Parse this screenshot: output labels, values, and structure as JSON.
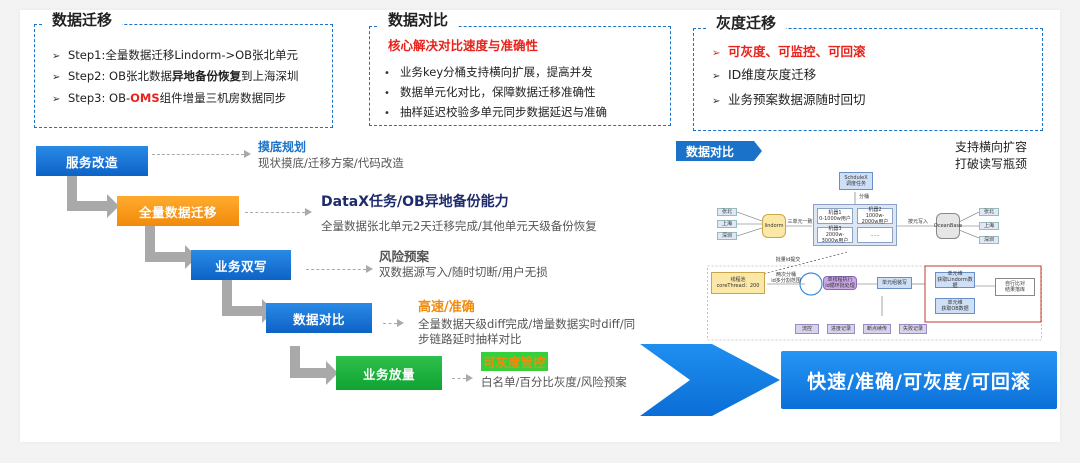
{
  "migration": {
    "title": "数据迁移",
    "steps": [
      {
        "marker": "➢",
        "pre": "Step1:全量数据迁移Lindorm->OB张北单元",
        "bold": "",
        "post": "",
        "red": ""
      },
      {
        "marker": "➢",
        "pre": "Step2: OB张北数据",
        "bold": "异地备份恢复",
        "post": "到上海深圳",
        "red": ""
      },
      {
        "marker": "➢",
        "pre": "Step3: OB-",
        "red": "OMS",
        "post": "组件增量三机房数据同步",
        "bold": ""
      }
    ]
  },
  "compare_box": {
    "title": "数据对比",
    "subtitle": "核心解决对比速度与准确性",
    "items": [
      {
        "marker": "•",
        "text": "业务key分桶支持横向扩展，提高并发"
      },
      {
        "marker": "•",
        "text": "数据单元化对比，保障数据迁移准确性"
      },
      {
        "marker": "•",
        "text": "抽样延迟校验多单元同步数据延迟与准确"
      }
    ]
  },
  "gray_box": {
    "title": "灰度迁移",
    "items": [
      {
        "marker": "➢",
        "text": "可灰度、可监控、可回滚",
        "emph": true
      },
      {
        "marker": "➢",
        "text": "ID维度灰度迁移",
        "emph": false
      },
      {
        "marker": "➢",
        "text": "业务预案数据源随时回切",
        "emph": false
      }
    ]
  },
  "flow": [
    {
      "label": "服务改造",
      "heading": "摸底规划",
      "desc": [
        "现状摸底/迁移方案/代码改造"
      ]
    },
    {
      "label": "全量数据迁移",
      "heading": "DataX任务/OB异地备份能力",
      "desc": [
        "全量数据张北单元2天迁移完成/其他单元天级备份恢复"
      ]
    },
    {
      "label": "业务双写",
      "heading": "风险预案",
      "desc": [
        "双数据源写入/随时切断/用户无损"
      ]
    },
    {
      "label": "数据对比",
      "heading": "高速/准确",
      "desc": [
        "全量数据天级diff完成/增量数据实时diff/同",
        "步链路延时抽样对比"
      ]
    },
    {
      "label": "业务放量",
      "heading": "可灰度管控",
      "desc": [
        "白名单/百分比灰度/风险预案"
      ]
    }
  ],
  "right_panel": {
    "tag": "数据对比",
    "note": [
      "支持横向扩容",
      "打破读写瓶颈"
    ],
    "result": "快速/准确/可灰度/可回滚",
    "diagram": {
      "schedulex": [
        "SchduleX",
        "调度任务"
      ],
      "split": "分桶",
      "cities_left": [
        "张北",
        "上海",
        "深圳"
      ],
      "lindorm": "lindorm",
      "three_unit": "三单元一致",
      "machines": [
        "机器1",
        "0-1000w用户",
        "机器2",
        "1000w-2000w用户",
        "机器3",
        "2000w-3000w用户",
        "......"
      ],
      "diff_write": "按元写入",
      "oceanbase": "OceanBase",
      "cities_right": [
        "张北",
        "上海",
        "深圳"
      ],
      "batch": "批量id提交",
      "threads": [
        "线程池",
        "coreThread：200"
      ],
      "two_split": [
        "两次分桶",
        "id多分割范围"
      ],
      "handler": [
        "单线程执行",
        "id循环批处理"
      ],
      "unit_diff": "单元组装写",
      "single_lindorm": [
        "单元维",
        "获取Lindorm数据"
      ],
      "single_ob": [
        "单元维",
        "获取OB数据"
      ],
      "auto_compare": [
        "自行比对",
        "结果落库"
      ],
      "bottom_items": [
        "流控",
        "进度记录",
        "断点续传",
        "失败记录"
      ]
    }
  }
}
